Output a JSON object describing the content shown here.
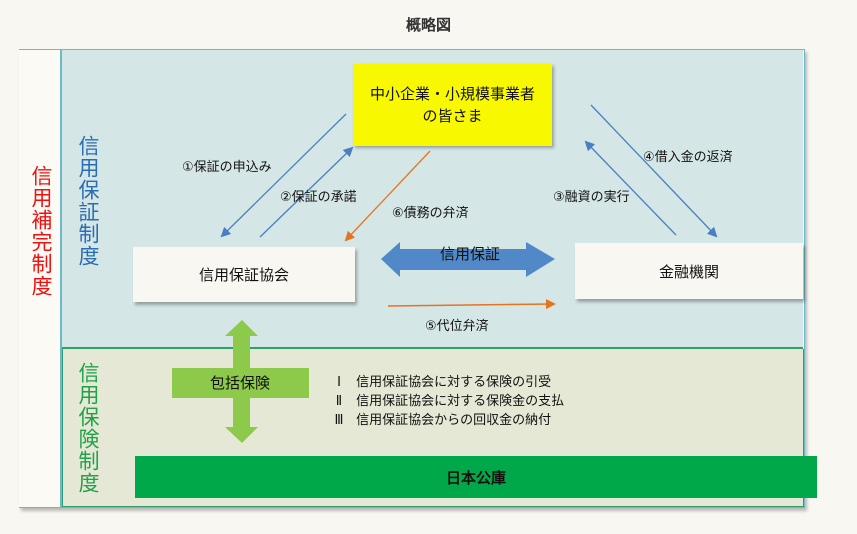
{
  "title": "概略図",
  "outer_label": "信用補完制度",
  "zones": {
    "guarantee": {
      "label": "信用保証制度",
      "color": "#2a6db2"
    },
    "insurance": {
      "label": "信用保険制度",
      "color": "#21a149"
    }
  },
  "entities": {
    "sme": {
      "line1": "中小企業・小規模事業者",
      "line2": "の皆さま"
    },
    "association": "信用保証協会",
    "bank": "金融機関",
    "jfc": "日本公庫"
  },
  "flows": [
    {
      "id": 1,
      "label": "①保証の申込み",
      "from": "sme",
      "to": "association",
      "color": "#4a7fc1"
    },
    {
      "id": 2,
      "label": "②保証の承諾",
      "from": "association",
      "to": "sme",
      "color": "#4a7fc1"
    },
    {
      "id": 3,
      "label": "③融資の実行",
      "from": "bank",
      "to": "sme",
      "color": "#4a7fc1"
    },
    {
      "id": 4,
      "label": "④借入金の返済",
      "from": "sme",
      "to": "bank",
      "color": "#4a7fc1"
    },
    {
      "id": 5,
      "label": "⑤代位弁済",
      "from": "association",
      "to": "bank",
      "color": "#e8731f"
    },
    {
      "id": 6,
      "label": "⑥債務の弁済",
      "from": "sme",
      "to": "association",
      "color": "#e8731f"
    }
  ],
  "credit_guarantee_arrow": {
    "label": "信用保証",
    "color": "#5088c8"
  },
  "comprehensive_insurance_arrow": {
    "label": "包括保険",
    "color": "#8dc94a"
  },
  "insurance_items": [
    {
      "num": "Ⅰ",
      "text": "信用保証協会に対する保険の引受"
    },
    {
      "num": "Ⅱ",
      "text": "信用保証協会に対する保険金の支払"
    },
    {
      "num": "Ⅲ",
      "text": "信用保証協会からの回収金の納付"
    }
  ]
}
